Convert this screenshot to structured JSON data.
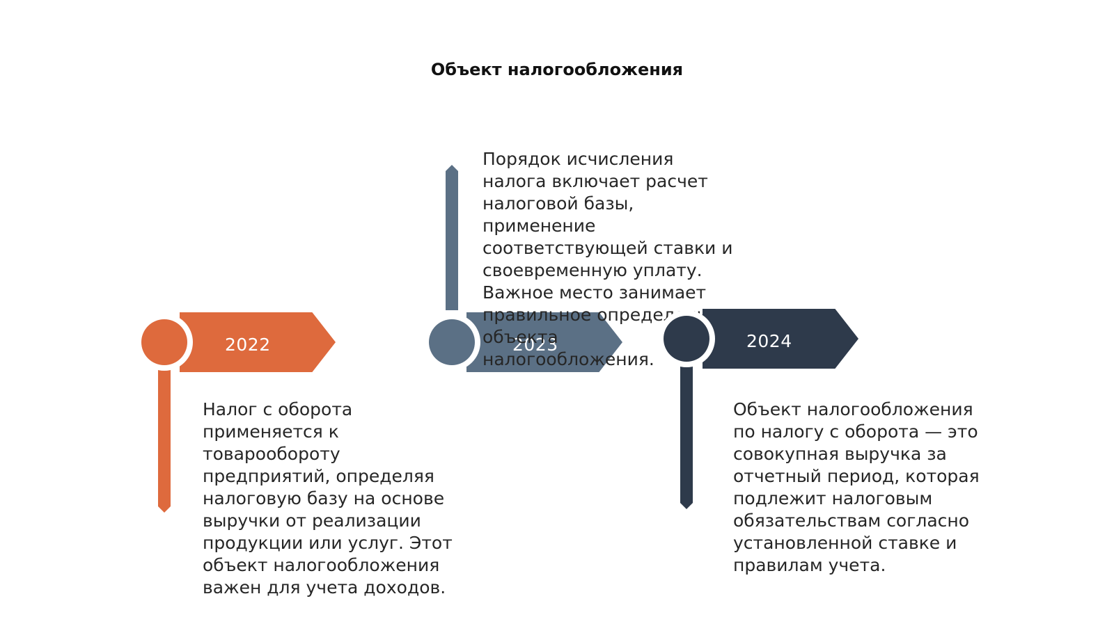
{
  "slide": {
    "title": "Объект налогообложения"
  },
  "colors": {
    "orange": "#de6a3d",
    "slate": "#5b7085",
    "navy": "#2e3a4b"
  },
  "milestones": [
    {
      "year": "2022",
      "text": "Налог с оборота\nприменяется к\nтоварообороту\nпредприятий, определяя\nналоговую базу на основе\nвыручки от реализации\nпродукции или услуг. Этот\nобъект налогообложения\nважен для учета доходов."
    },
    {
      "year": "2023",
      "text": "Порядок исчисления\nналога включает расчет\nналоговой базы,\nприменение\nсоответствующей ставки и\nсвоевременную уплату.\nВажное место занимает\nправильное определение\nобъекта\nналогообложения."
    },
    {
      "year": "2024",
      "text": "Объект налогообложения\nпо налогу с оборота — это\nсовокупная выручка за\nотчетный период, которая\nподлежит налоговым\nобязательствам согласно\nустановленной ставке и\nправилам учета."
    }
  ]
}
